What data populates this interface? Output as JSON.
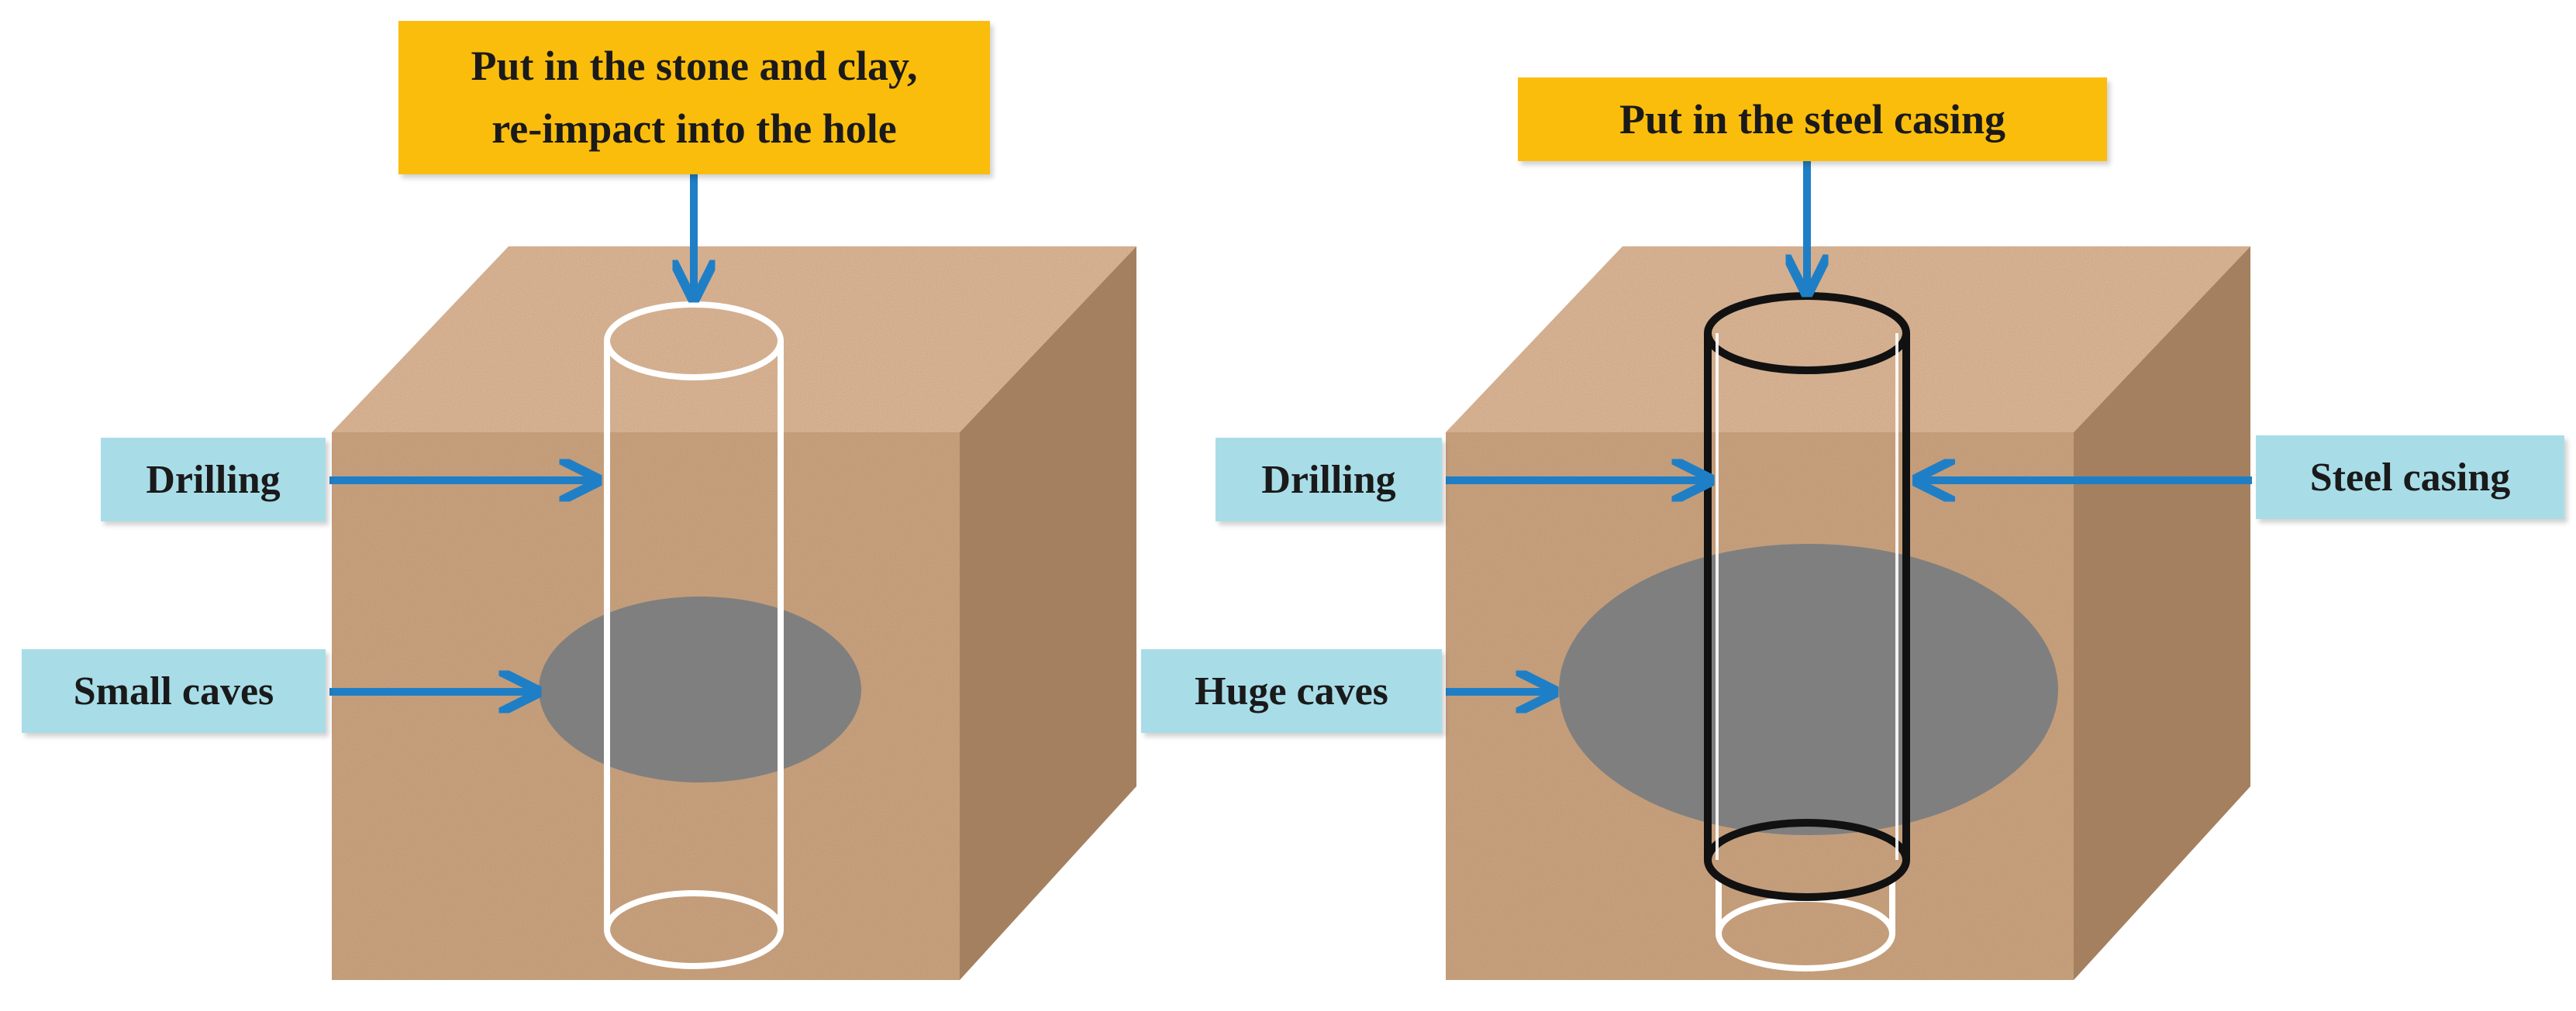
{
  "colors": {
    "soil_front": "#caa27f",
    "soil_top": "#dcb798",
    "soil_side": "#a5805f",
    "cave": "#7f7f7f",
    "arrow": "#1f7fc6",
    "label_cyan": "#a8dde8",
    "label_gold": "#fbbd0c",
    "casing": "#111111",
    "hole": "#ffffff"
  },
  "left_panel": {
    "top_label_line1": "Put in the stone and clay,",
    "top_label_line2": "re-impact into the hole",
    "drilling_label": "Drilling",
    "caves_label": "Small caves"
  },
  "right_panel": {
    "top_label": "Put in the steel casing",
    "drilling_label": "Drilling",
    "caves_label": "Huge caves",
    "casing_label": "Steel casing"
  }
}
